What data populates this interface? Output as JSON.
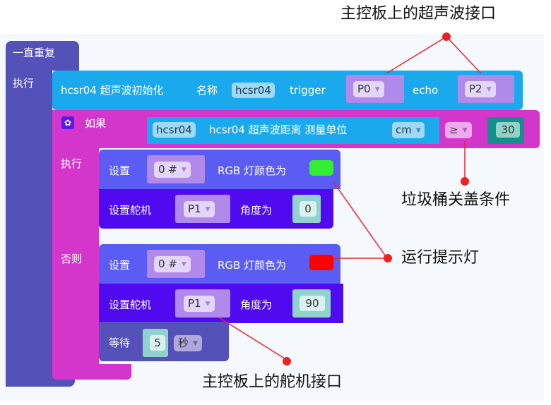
{
  "blocks": {
    "loop": {
      "label": "一直重复",
      "do_label": "执行"
    },
    "init": {
      "label": "hcsr04 超声波初始化",
      "name_label": "名称",
      "name_value": "hcsr04",
      "trigger_label": "trigger",
      "trigger_value": "P0",
      "echo_label": "echo",
      "echo_value": "P2"
    },
    "if_block": {
      "if_label": "如果",
      "then_label": "执行",
      "else_label": "否则",
      "condition": {
        "sensor_name": "hcsr04",
        "sensor_label": "hcsr04 超声波距离 测量单位",
        "unit": "cm",
        "operator": "≥",
        "threshold": "30"
      }
    },
    "then": {
      "rgb": {
        "set_label": "设置",
        "led": "0 #",
        "color_label": "RGB 灯颜色为",
        "color": "#33ee33"
      },
      "servo": {
        "label": "设置舵机",
        "pin": "P1",
        "angle_label": "角度为",
        "angle": "0"
      }
    },
    "else": {
      "rgb": {
        "set_label": "设置",
        "led": "0 #",
        "color_label": "RGB 灯颜色为",
        "color": "#ff0000"
      },
      "servo": {
        "label": "设置舵机",
        "pin": "P1",
        "angle_label": "角度为",
        "angle": "90"
      },
      "wait": {
        "label": "等待",
        "value": "5",
        "unit": "秒"
      }
    }
  },
  "annotations": {
    "ultrasonic_port": "主控板上的超声波接口",
    "lid_condition": "垃圾桶关盖条件",
    "status_light": "运行提示灯",
    "servo_port": "主控板上的舵机接口"
  },
  "colors": {
    "loop": "#5451b8",
    "sensor": "#1ba9ee",
    "logic": "#d436cc",
    "rgb": "#5b5cf4",
    "servo": "#4f0af0",
    "annotation_line": "#ee2222"
  }
}
